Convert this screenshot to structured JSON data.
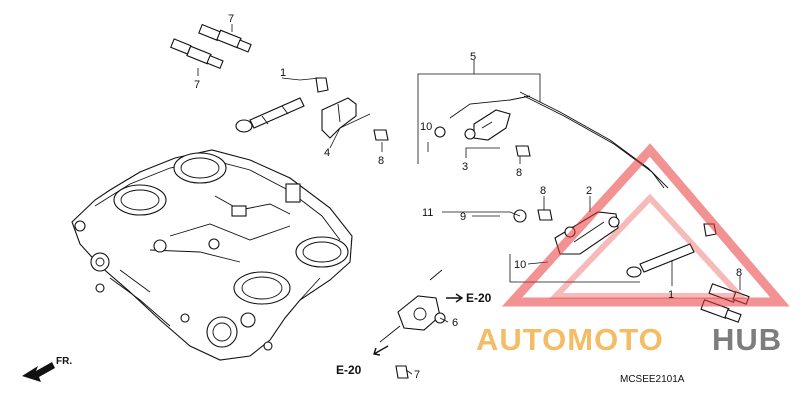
{
  "diagram": {
    "code": "MCSEE2101A",
    "front_label": "FR.",
    "callouts": [
      {
        "id": "c1",
        "text": "1"
      },
      {
        "id": "c1b",
        "text": "1"
      },
      {
        "id": "c2",
        "text": "2"
      },
      {
        "id": "c3",
        "text": "3"
      },
      {
        "id": "c4",
        "text": "4"
      },
      {
        "id": "c5",
        "text": "5"
      },
      {
        "id": "c6",
        "text": "6"
      },
      {
        "id": "c7a",
        "text": "7"
      },
      {
        "id": "c7b",
        "text": "7"
      },
      {
        "id": "c7c",
        "text": "7"
      },
      {
        "id": "c8a",
        "text": "8"
      },
      {
        "id": "c8b",
        "text": "8"
      },
      {
        "id": "c8c",
        "text": "8"
      },
      {
        "id": "c8d",
        "text": "8"
      },
      {
        "id": "c9",
        "text": "9"
      },
      {
        "id": "c10a",
        "text": "10"
      },
      {
        "id": "c10b",
        "text": "10"
      },
      {
        "id": "c11",
        "text": "11"
      }
    ],
    "references": [
      {
        "id": "e20a",
        "text": "E-20"
      },
      {
        "id": "e20b",
        "text": "E-20"
      }
    ]
  },
  "watermark": {
    "text_part1": "AUTOMOTO",
    "text_part2": "HUB",
    "color_part1": "#f2b04a",
    "color_part2": "#666666",
    "triangle_color": "#e83838"
  }
}
